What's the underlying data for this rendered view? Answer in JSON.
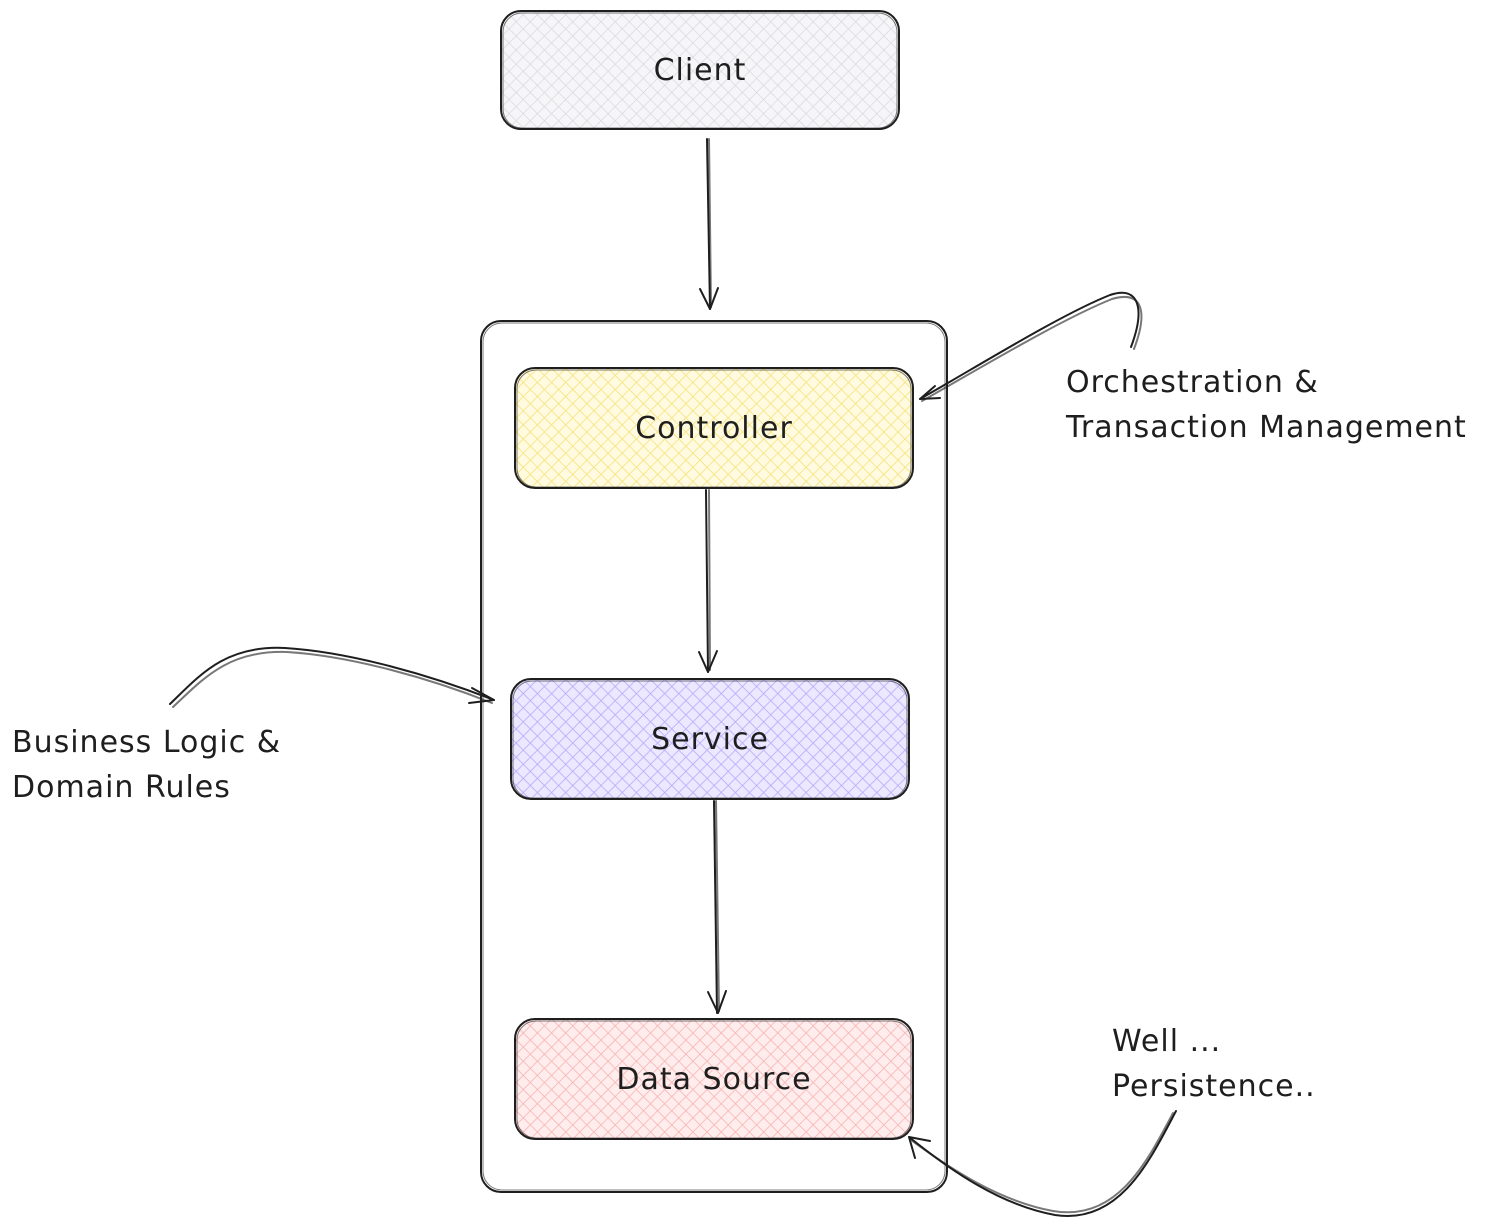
{
  "nodes": {
    "client": {
      "label": "Client",
      "fill": "#ececef"
    },
    "controller": {
      "label": "Controller",
      "fill": "#fff3a8"
    },
    "service": {
      "label": "Service",
      "fill": "#d4ccff"
    },
    "data_source": {
      "label": "Data Source",
      "fill": "#ffc9c9"
    }
  },
  "annotations": {
    "orchestration": {
      "lines": [
        "Orchestration &",
        "Transaction Management"
      ]
    },
    "business": {
      "lines": [
        "Business Logic &",
        "Domain Rules"
      ]
    },
    "persistence": {
      "lines": [
        "Well ...",
        "Persistence.."
      ]
    }
  },
  "colors": {
    "stroke": "#1e1e1e",
    "background": "#ffffff"
  }
}
